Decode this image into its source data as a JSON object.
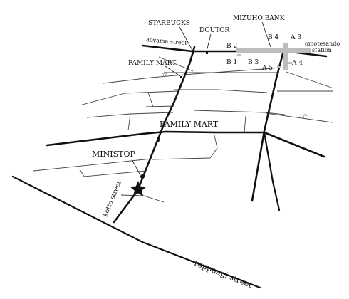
{
  "map": {
    "stations": {
      "omotesando_line1": "omotesando",
      "omotesando_line2": "station"
    },
    "exits": {
      "a1": "A 3",
      "a2": "A 4",
      "a3": "A 5",
      "b1": "B 1",
      "b2": "B 2",
      "b3": "B 3",
      "b4": "B 4"
    },
    "landmarks": {
      "mizuho_bank": "MIZUHO BANK",
      "starbucks": "STARBUCKS",
      "doutor": "DOUTOR",
      "family_mart_1": "FAMILY MART",
      "family_mart_2": "FAMILY MART",
      "ministop": "MINISTOP"
    },
    "streets": {
      "aoyama": "aoyama street",
      "kotto": "kotto street",
      "roppongi": "roppongi street"
    },
    "colors": {
      "road": "#111111",
      "minor_road": "#444444",
      "station_platform": "#bdbdbd",
      "background": "#ffffff"
    },
    "icons": {
      "destination": "star-icon",
      "police_box": "police-box-icon"
    }
  }
}
